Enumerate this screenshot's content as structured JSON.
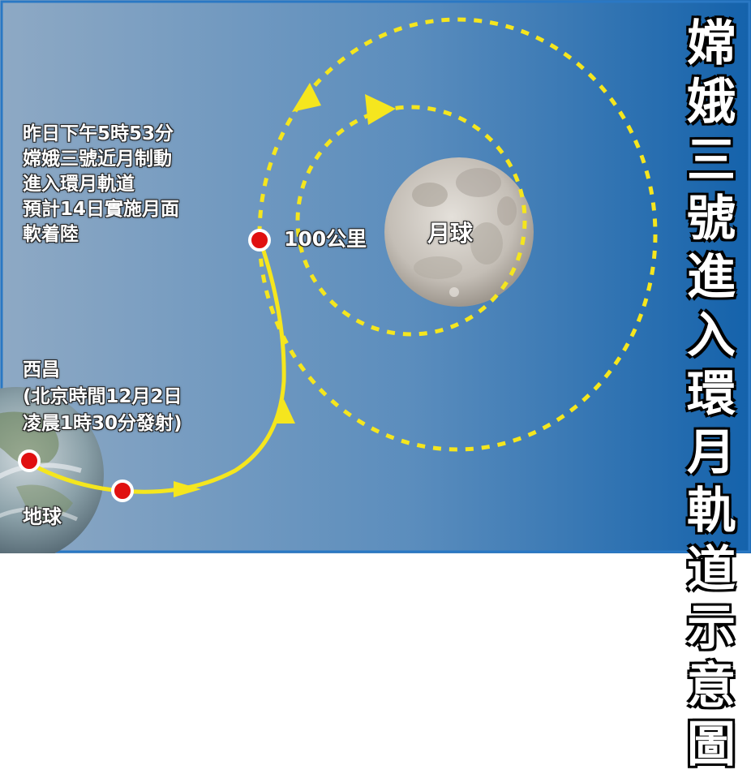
{
  "title": "嫦娥三號進入環月軌道示意圖",
  "info_lines": [
    "昨日下午5時53分",
    "嫦娥三號近月制動",
    "進入環月軌道",
    "預計14日實施月面",
    "軟着陸"
  ],
  "launch": {
    "site": "西昌",
    "line1": "(北京時間12月2日",
    "line2": "凌晨1時30分發射)"
  },
  "distance_label": "100公里",
  "moon_label": "月球",
  "earth_label": "地球",
  "colors": {
    "orbit": "#f5e61e",
    "marker": "#e01010",
    "background_dark": "#1a64a8",
    "background_light": "#8aa8c4"
  }
}
